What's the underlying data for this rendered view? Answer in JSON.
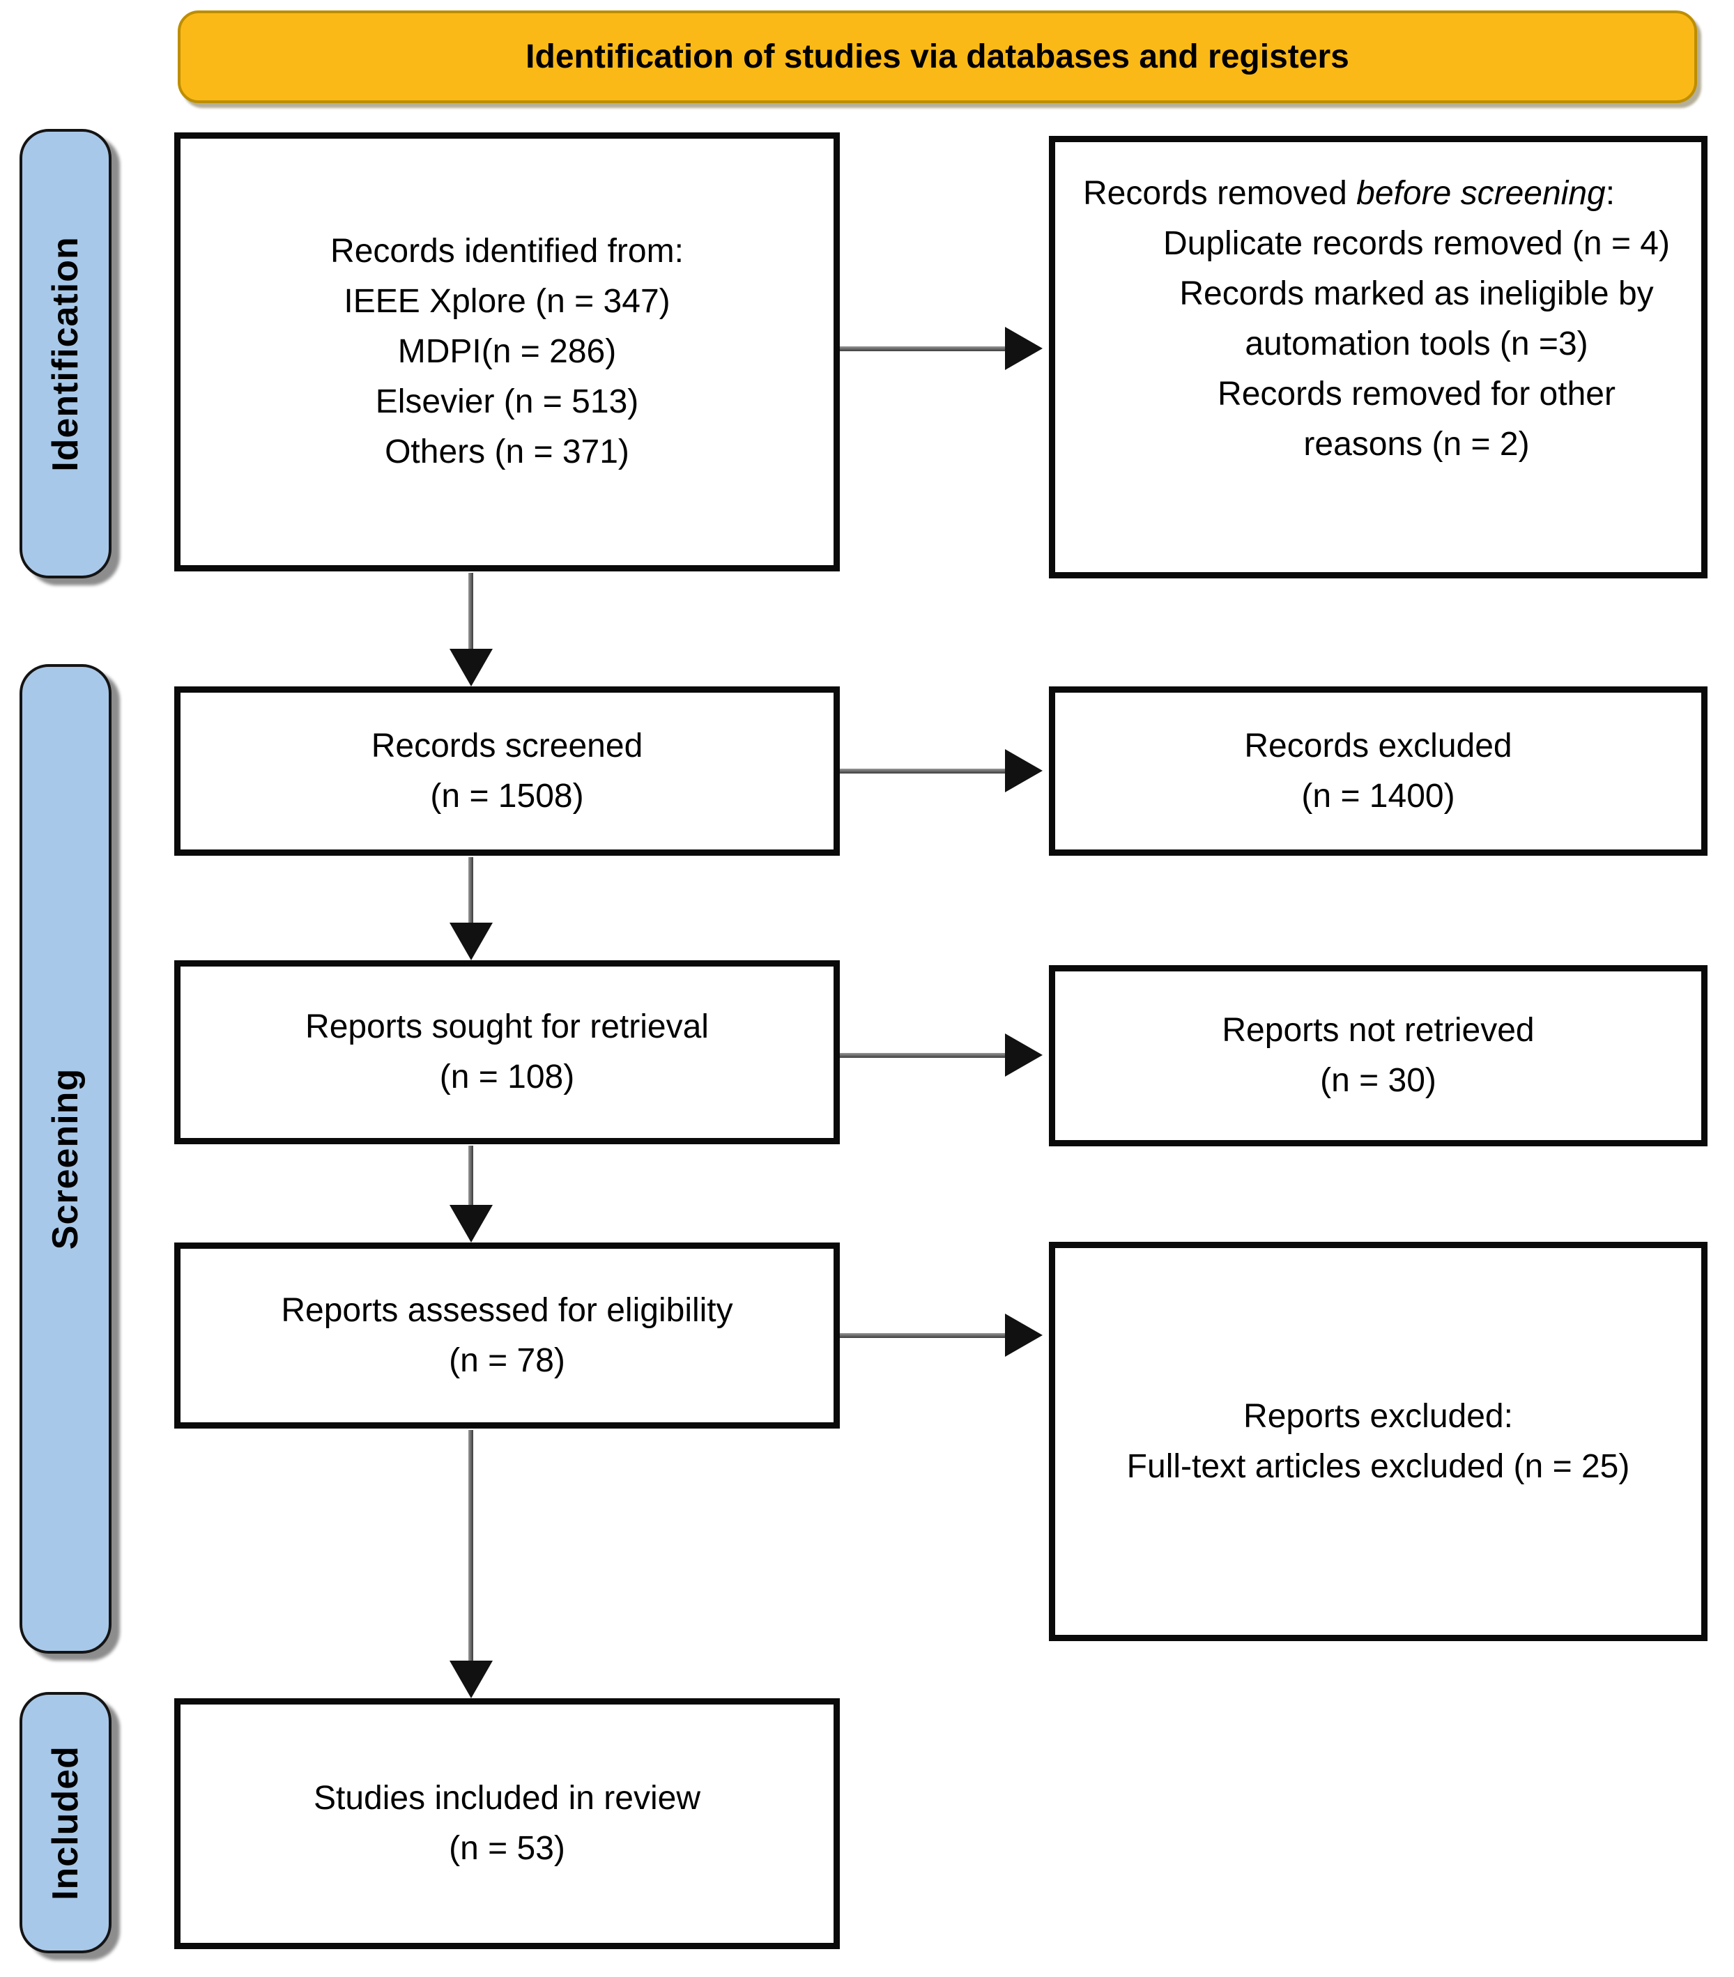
{
  "banner": {
    "title": "Identification of studies via databases and registers"
  },
  "stages": {
    "identification": "Identification",
    "screening": "Screening",
    "included": "Included"
  },
  "colors": {
    "banner_fill": "#FBB917",
    "banner_border": "#BD8E00",
    "stage_fill": "#A8C8E9",
    "box_border": "#0A0A0A",
    "arrow_line": "#4F4F4F",
    "arrow_head": "#111111"
  },
  "boxes": {
    "identified": {
      "heading": "Records identified from:",
      "items": [
        "IEEE Xplore (n = 347)",
        "MDPI(n = 286)",
        "Elsevier (n = 513)",
        "Others (n = 371)"
      ]
    },
    "removed": {
      "heading_prefix": "Records removed ",
      "heading_italic": "before screening",
      "heading_suffix": ":",
      "items": [
        "Duplicate records removed (n = 4)",
        "Records marked as ineligible by automation tools (n =3)",
        "Records removed for other reasons (n = 2)"
      ]
    },
    "screened": {
      "line1": "Records screened",
      "line2": "(n = 1508)"
    },
    "excluded": {
      "line1": "Records excluded",
      "line2": "(n = 1400)"
    },
    "sought": {
      "line1": "Reports sought for retrieval",
      "line2": "(n = 108)"
    },
    "not_retrieved": {
      "line1": "Reports not retrieved",
      "line2": "(n = 30)"
    },
    "assessed": {
      "line1": "Reports assessed for eligibility",
      "line2": "(n = 78)"
    },
    "reports_excluded": {
      "line1": "Reports excluded:",
      "line2": "Full-text articles excluded (n = 25)"
    },
    "included_review": {
      "line1": "Studies included in review",
      "line2": "(n = 53)"
    }
  }
}
